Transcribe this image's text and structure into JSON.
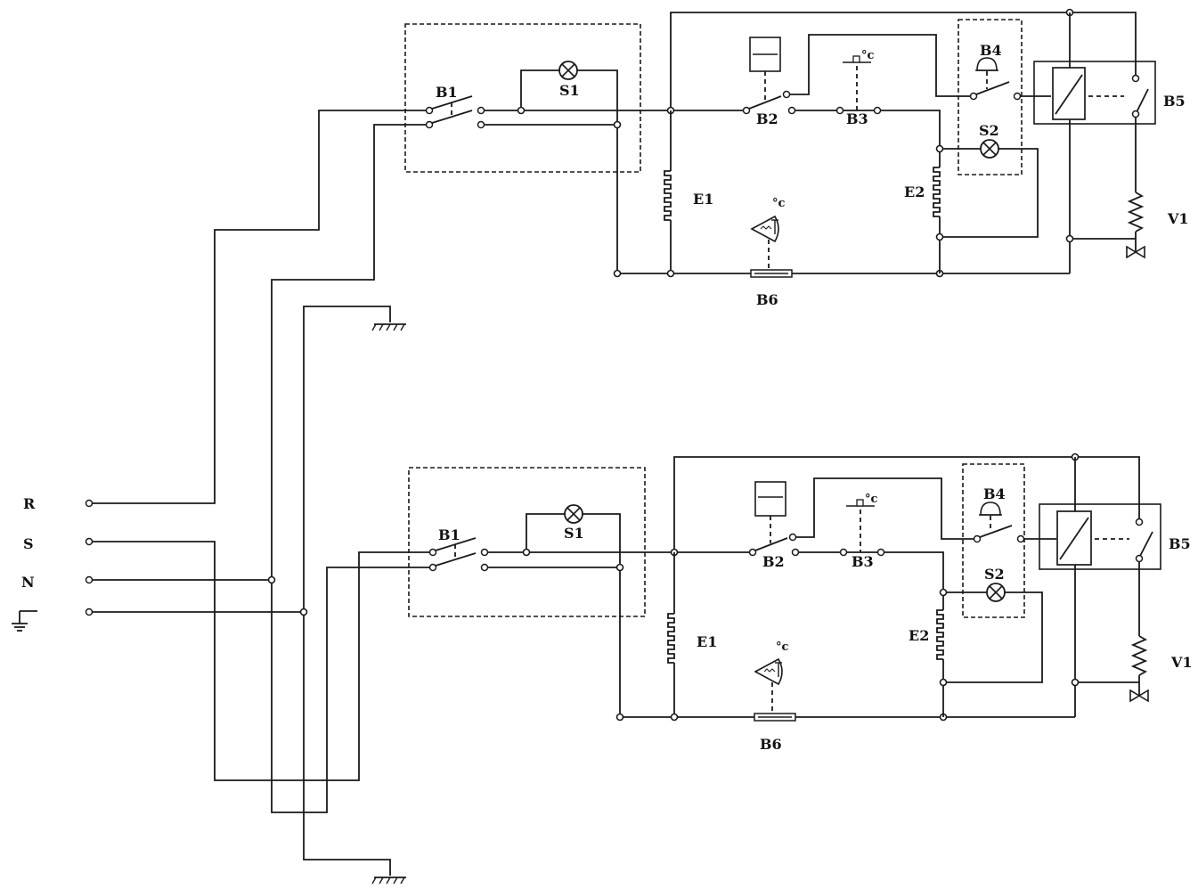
{
  "supply": {
    "phase_r": "R",
    "phase_s": "S",
    "neutral": "N"
  },
  "labels": {
    "breaker": "B1",
    "selector_switch": "B2",
    "thermostat": "B3",
    "alarm_switch": "B4",
    "relay": "B5",
    "probe": "B6",
    "heater_left": "E1",
    "heater_right": "E2",
    "lamp_power": "S1",
    "lamp_alarm": "S2",
    "valve": "V1",
    "degree_unit": "°c"
  }
}
